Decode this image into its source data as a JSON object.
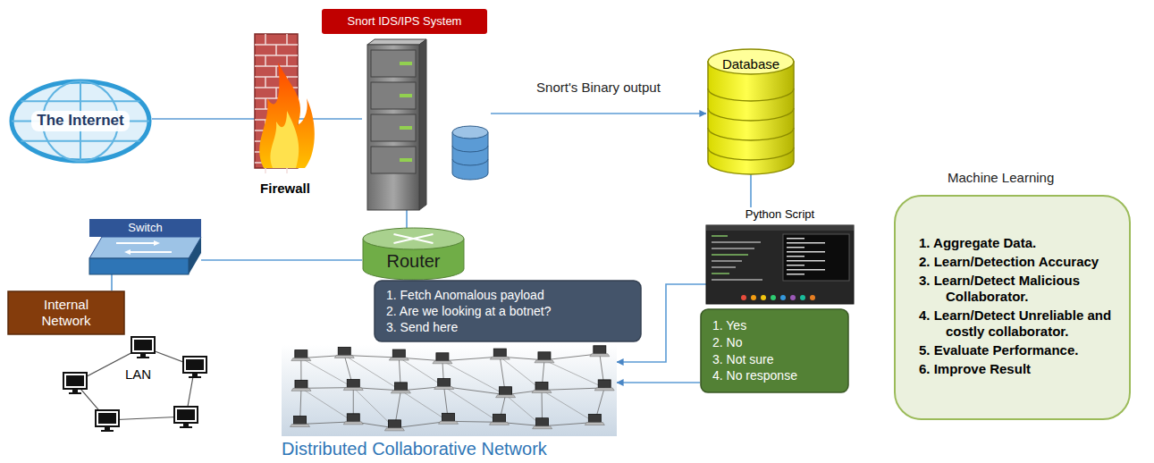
{
  "diagram": {
    "nodes": [
      {
        "text": [
          "The Internet"
        ]
      },
      {
        "text": [
          "Firewall"
        ]
      },
      {
        "text": [
          "Snort IDS/IPS System"
        ]
      },
      {
        "text": [
          "Database"
        ]
      },
      {
        "text": [
          "Machine Learning",
          "1. Aggregate Data.",
          "2. Learn/Detection Accuracy",
          "3. Learn/Detect Malicious Collaborator.",
          "4. Learn/Detect Unreliable and costly collaborator.",
          "5. Evaluate Performance.",
          "6. Improve Result"
        ]
      },
      {
        "text": [
          "Switch"
        ]
      },
      {
        "text": [
          "Router"
        ]
      },
      {
        "text": [
          "Python Script"
        ]
      },
      {
        "text": [
          "Internal Network"
        ]
      },
      {
        "text": [
          "1. Fetch Anomalous payload",
          "2. Are we looking at a botnet?",
          "3. Send here"
        ]
      },
      {
        "text": [
          "1. Yes",
          "2. No",
          "3. Not sure",
          "4. No response"
        ]
      },
      {
        "text": [
          "Distributed Collaborative Network"
        ]
      }
    ],
    "edges": [
      {
        "from": 0,
        "to": 2,
        "arrow": "none"
      },
      {
        "from": 2,
        "to": 3,
        "label": "Snort's Binary output",
        "arrow": "to"
      },
      {
        "from": 2,
        "to": 6,
        "arrow": "none"
      },
      {
        "from": 6,
        "to": 5,
        "arrow": "none"
      },
      {
        "from": 5,
        "to": 8,
        "arrow": "none"
      },
      {
        "from": 3,
        "to": 7,
        "arrow": "none"
      },
      {
        "from": 7,
        "to": 11,
        "arrow": "to"
      },
      {
        "from": 10,
        "to": 11,
        "arrow": "to"
      }
    ],
    "labels": [
      "LAN"
    ]
  }
}
